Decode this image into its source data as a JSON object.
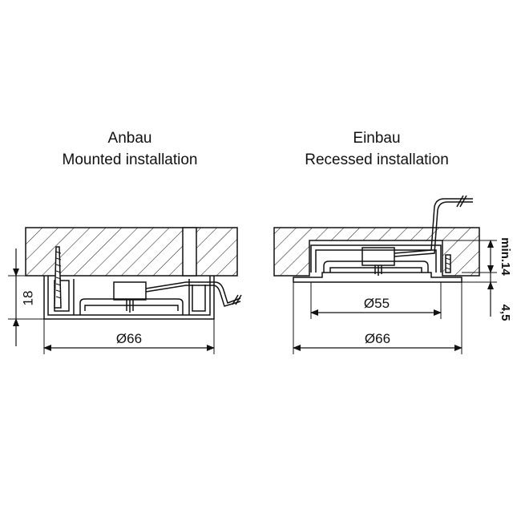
{
  "mounted": {
    "title_de": "Anbau",
    "title_en": "Mounted installation",
    "dim_diameter": "Ø66",
    "dim_height": "18"
  },
  "recessed": {
    "title_de": "Einbau",
    "title_en": "Recessed installation",
    "dim_inner": "Ø55",
    "dim_outer": "Ø66",
    "dim_depth": "min.14",
    "dim_flange": "4,5"
  },
  "colors": {
    "line": "#111111",
    "background": "#ffffff"
  }
}
